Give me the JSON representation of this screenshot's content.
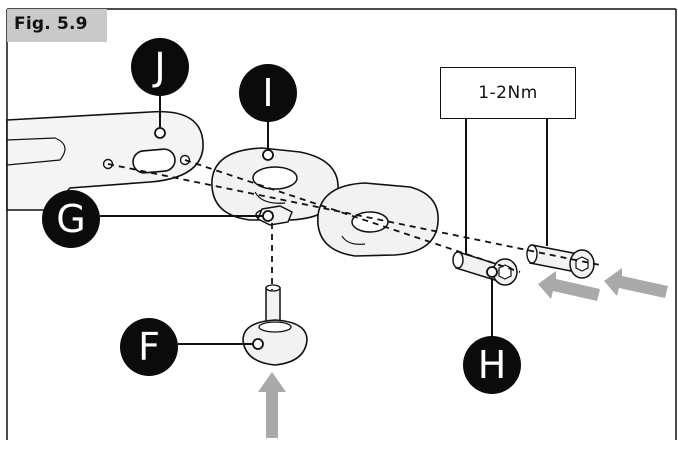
{
  "figure": {
    "label": "Fig. 5.9",
    "torque_label": "1-2Nm"
  },
  "callouts": {
    "j": "J",
    "i": "I",
    "g": "G",
    "f": "F",
    "h": "H"
  },
  "colors": {
    "callout_fill": "#0b0b0b",
    "part_fill": "#f2f2f2",
    "arrow_fill": "#a9a9a9",
    "tab_fill": "#c9c9c9"
  }
}
